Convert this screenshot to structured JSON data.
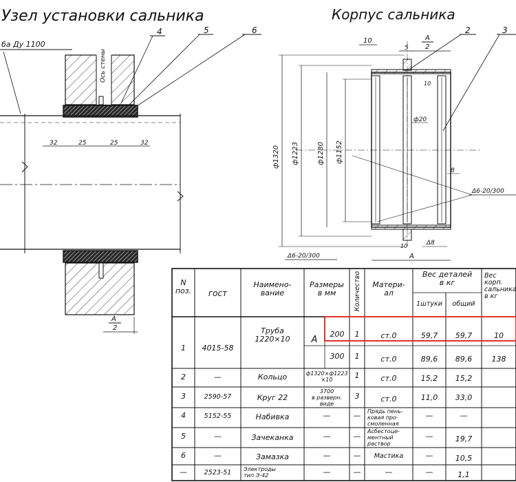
{
  "drawing": {
    "left_title": "Узел установки сальника",
    "right_title": "Корпус сальника",
    "pipe_label": "ба Ду 1100",
    "wall_axis": "Ось стены",
    "callouts": [
      "4",
      "5",
      "6",
      "2",
      "3"
    ],
    "dims_left": [
      "32",
      "25",
      "25",
      "32"
    ],
    "half_a": "A",
    "half_den": "2",
    "dims_right": {
      "d1320": "ф1320",
      "d1223": "ф1223",
      "d1280": "ф1280",
      "d1152": "ф1152",
      "top_10": "10",
      "top_5": "5",
      "top_a": "A",
      "top_2": "2",
      "phi20": "ф20",
      "ten": "10",
      "eight": "8",
      "delta_right": "Δ6-20/300",
      "delta_bottom": "Δ6-20/300",
      "delta8": "Δ8",
      "ten_bottom": "10",
      "a_bottom": "A"
    }
  },
  "table": {
    "headers": {
      "num": "N\nпоз.",
      "gost": "гост",
      "name": "Наимено-\nвание",
      "sizes": "Размеры\nв мм",
      "qty": "Количество",
      "material": "Матери-\nал",
      "weight": "Вес деталей\nв кг",
      "weight_unit": "1штуки",
      "weight_total": "общий",
      "body_weight": "Вес корп.\nсальника\nв кг"
    },
    "rows": [
      {
        "n": "1",
        "gost": "4015-58",
        "name": "Труба\n1220×10",
        "size_letter": "A",
        "size": "200",
        "qty": "1",
        "mat": "ст.0",
        "w1": "59,7",
        "wt": "59,7",
        "body": "10"
      },
      {
        "size": "300",
        "qty": "1",
        "mat": "ст.0",
        "w1": "89,6",
        "wt": "89,6",
        "body": "138"
      },
      {
        "n": "2",
        "gost": "—",
        "name": "Кольцо",
        "size": "ф1320×ф1223\n×10",
        "qty": "1",
        "mat": "ст.0",
        "w1": "15,2",
        "wt": "15,2"
      },
      {
        "n": "3",
        "gost": "2590-57",
        "name": "Круг 22",
        "size": "3700\nв разверн.\nвиде",
        "qty": "3",
        "mat": "ст.0",
        "w1": "11,0",
        "wt": "33,0"
      },
      {
        "n": "4",
        "gost": "5152-55",
        "name": "Набивка",
        "size": "—",
        "qty": "—",
        "mat": "Прядь пень-\nковая про-\nсмоленная",
        "w1": "—",
        "wt": "—"
      },
      {
        "n": "5",
        "gost": "—",
        "name": "Зачеканка",
        "size": "—",
        "qty": "—",
        "mat": "Асбестоце-\nментный\nраствор",
        "w1": "—",
        "wt": "19,7"
      },
      {
        "n": "6",
        "gost": "—",
        "name": "Замазка",
        "size": "—",
        "qty": "—",
        "mat": "Мастика",
        "w1": "—",
        "wt": "10,5"
      },
      {
        "n": "—",
        "gost": "2523-51",
        "name": "Электроды\nтип Э-42",
        "size": "—",
        "qty": "—",
        "mat": "—",
        "w1": "—",
        "wt": "1,1"
      }
    ]
  },
  "colors": {
    "ink": "#111111",
    "highlight": "#e0322c",
    "hatch": "#222222"
  }
}
